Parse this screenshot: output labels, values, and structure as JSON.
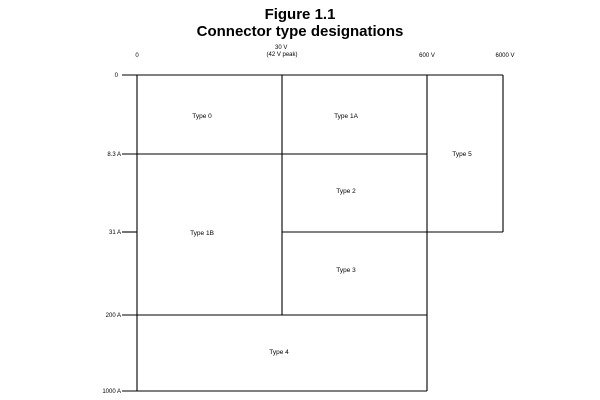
{
  "figure": {
    "title": "Figure 1.1",
    "subtitle": "Connector type designations"
  },
  "voltage_axis": {
    "labels": [
      {
        "id": "v0",
        "lines": [
          "0"
        ]
      },
      {
        "id": "v30",
        "lines": [
          "30 V",
          "(42 V peak)"
        ]
      },
      {
        "id": "v600",
        "lines": [
          "600 V"
        ]
      },
      {
        "id": "v6000",
        "lines": [
          "6000 V"
        ]
      }
    ]
  },
  "current_axis": {
    "labels": [
      {
        "id": "a0",
        "text": "0"
      },
      {
        "id": "a8",
        "text": "8.3 A"
      },
      {
        "id": "a31",
        "text": "31 A"
      },
      {
        "id": "a200",
        "text": "200 A"
      },
      {
        "id": "a1000",
        "text": "1000 A"
      }
    ]
  },
  "regions": [
    {
      "id": "type-0",
      "label": "Type 0"
    },
    {
      "id": "type-1a",
      "label": "Type 1A"
    },
    {
      "id": "type-1b",
      "label": "Type 1B"
    },
    {
      "id": "type-2",
      "label": "Type 2"
    },
    {
      "id": "type-3",
      "label": "Type 3"
    },
    {
      "id": "type-4",
      "label": "Type 4"
    },
    {
      "id": "type-5",
      "label": "Type 5"
    }
  ],
  "colors": {
    "line": "#000000",
    "background": "#ffffff"
  }
}
